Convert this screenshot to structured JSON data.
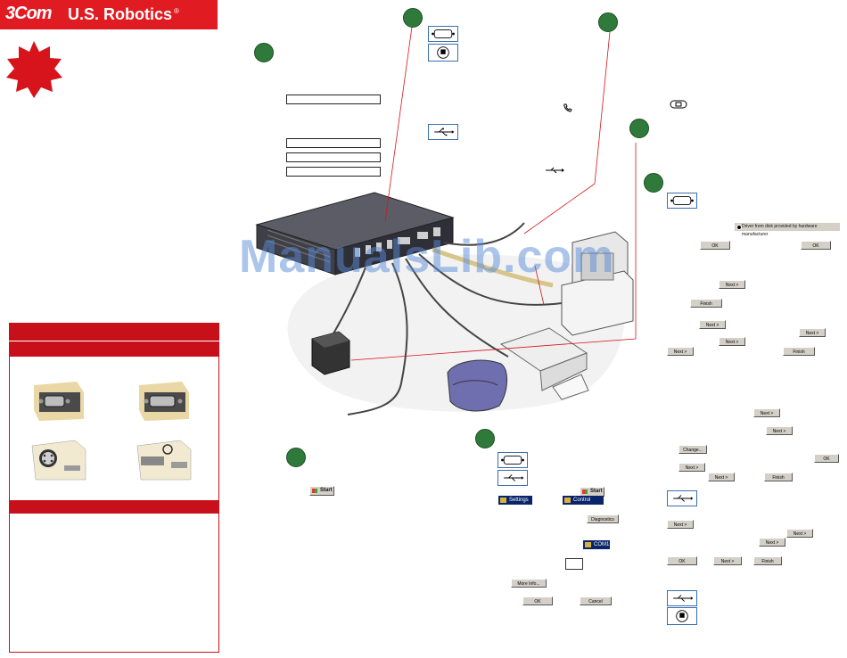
{
  "brand": {
    "company": "3Com",
    "product": "U.S. Robotics",
    "registered": "®",
    "accent_color": "#e11b22"
  },
  "watermark": "ManualsLib.com",
  "steps_icons": "green-step-circle",
  "buttons": {
    "start": "Start",
    "ok": "OK",
    "next": "Next >",
    "finish": "Finish",
    "change": "Change...",
    "diagnostics": "Diagnostics",
    "more_info": "More Info...",
    "cancel": "Cancel"
  },
  "menu": {
    "settings": "Settings",
    "control_panel": "Control Panel",
    "com1": "COM1"
  },
  "option": {
    "driver_from_disk": "Driver from disk provided by hardware manufacturer"
  }
}
